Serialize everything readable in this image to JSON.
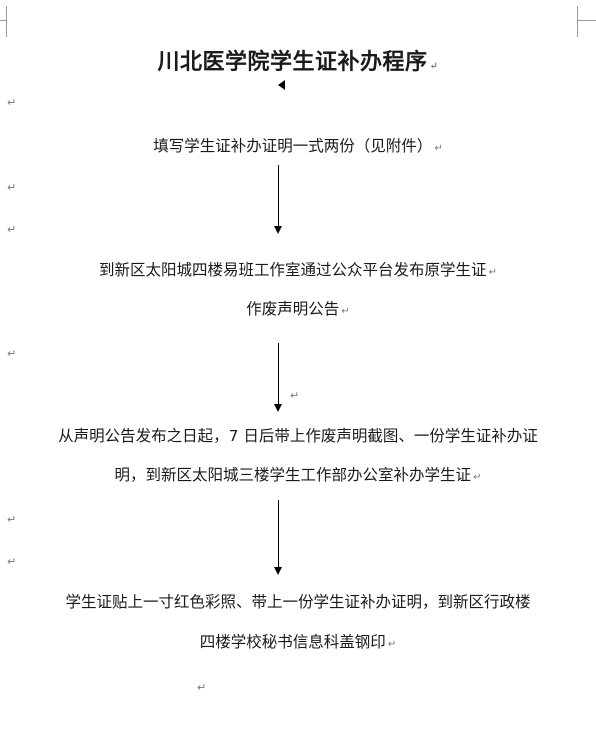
{
  "document": {
    "title": "川北医学院学生证补办程序",
    "steps": [
      {
        "lines": [
          "填写学生证补办证明一式两份（见附件）"
        ]
      },
      {
        "lines": [
          "到新区太阳城四楼易班工作室通过公众平台发布原学生证",
          "作废声明公告"
        ]
      },
      {
        "lines": [
          "从声明公告发布之日起，7 日后带上作废声明截图、一份学生证补办证",
          "明，到新区太阳城三楼学生工作部办公室补办学生证"
        ]
      },
      {
        "lines": [
          "学生证贴上一寸红色彩照、带上一份学生证补办证明，到新区行政楼",
          "四楼学校秘书信息科盖钢印"
        ]
      }
    ]
  },
  "marks": {
    "paragraph_mark": "↵"
  }
}
